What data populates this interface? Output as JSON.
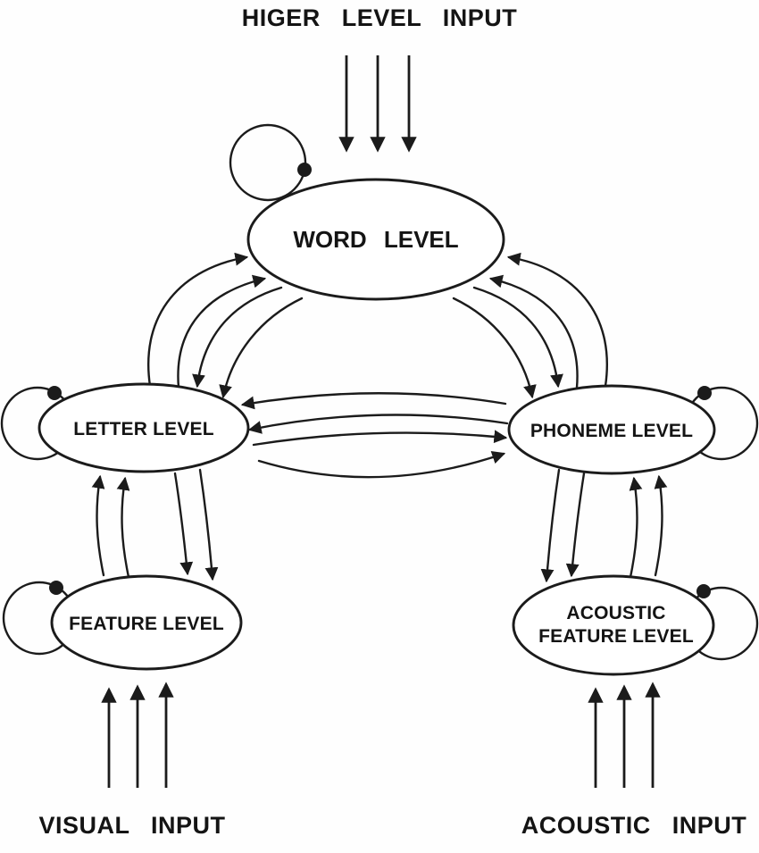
{
  "diagram": {
    "top_input_label": "HIGER LEVEL INPUT",
    "nodes": {
      "word": "WORD LEVEL",
      "letter": "LETTER LEVEL",
      "phoneme": "PHONEME LEVEL",
      "feature": "FEATURE LEVEL",
      "acoustic_feature": {
        "line1": "ACOUSTIC",
        "line2": "FEATURE LEVEL"
      }
    },
    "bottom_inputs": {
      "visual": "VISUAL INPUT",
      "acoustic": "ACOUSTIC INPUT"
    },
    "colors": {
      "ink": "#1b1b1b",
      "background": "#ffffff"
    }
  }
}
